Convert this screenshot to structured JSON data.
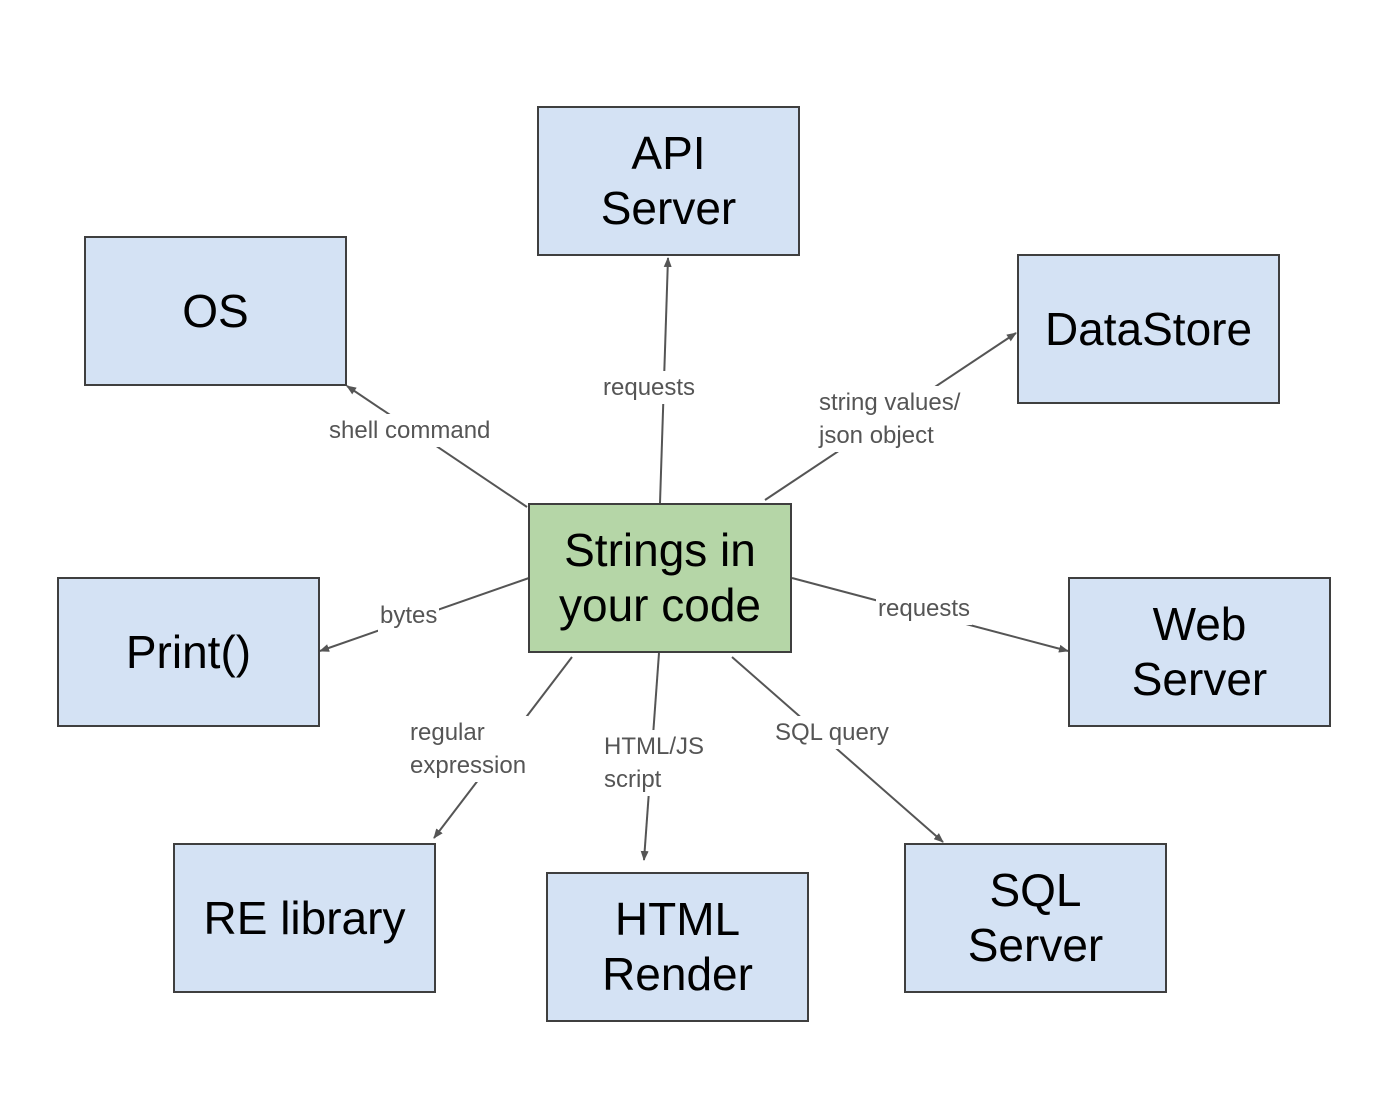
{
  "diagram": {
    "center": {
      "id": "strings",
      "label": "Strings in\nyour code"
    },
    "nodes": [
      {
        "id": "api",
        "label": "API\nServer"
      },
      {
        "id": "os",
        "label": "OS"
      },
      {
        "id": "datastore",
        "label": "DataStore"
      },
      {
        "id": "print",
        "label": "Print()"
      },
      {
        "id": "web",
        "label": "Web\nServer"
      },
      {
        "id": "re",
        "label": "RE library"
      },
      {
        "id": "html",
        "label": "HTML\nRender"
      },
      {
        "id": "sql",
        "label": "SQL\nServer"
      }
    ],
    "edges": [
      {
        "from": "strings",
        "to": "os",
        "label": "shell command"
      },
      {
        "from": "strings",
        "to": "api",
        "label": "requests"
      },
      {
        "from": "strings",
        "to": "datastore",
        "label": "string values/\njson object"
      },
      {
        "from": "strings",
        "to": "print",
        "label": "bytes"
      },
      {
        "from": "strings",
        "to": "web",
        "label": "requests"
      },
      {
        "from": "strings",
        "to": "re",
        "label": "regular\nexpression"
      },
      {
        "from": "strings",
        "to": "html",
        "label": "HTML/JS\nscript"
      },
      {
        "from": "strings",
        "to": "sql",
        "label": "SQL query"
      }
    ]
  }
}
